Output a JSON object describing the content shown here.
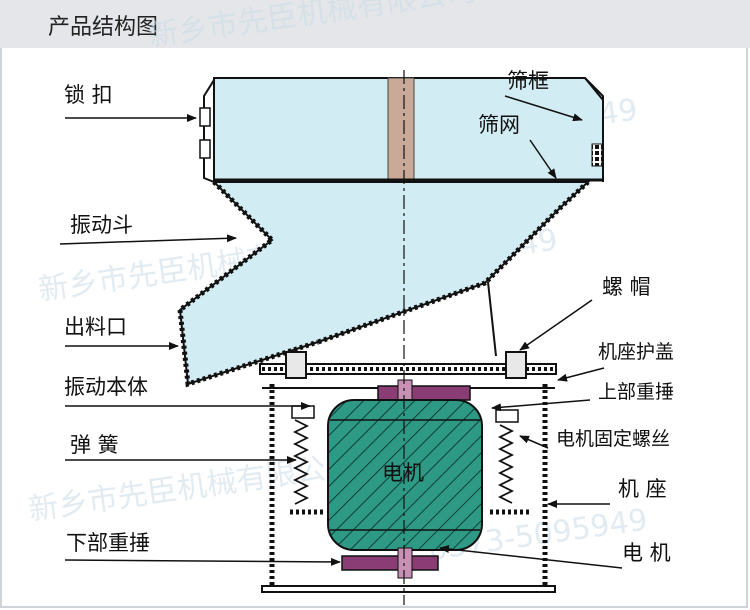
{
  "header": {
    "title": "产品结构图"
  },
  "diagram": {
    "labels": {
      "suokou": "锁 扣",
      "shaikuang": "筛框",
      "shaiwang": "筛网",
      "zhendongdou": "振动斗",
      "luomao": "螺 帽",
      "chuliaokou": "出料口",
      "jizuohugai": "机座护盖",
      "zhendongbenti": "振动本体",
      "shangbuzhongchui": "上部重捶",
      "tanhuang": "弹 簧",
      "dianjigudingluosi": "电机固定螺丝",
      "jizuo": "机 座",
      "xiabuzhongchui": "下部重捶",
      "dianji": "电 机",
      "motor_body": "电机"
    },
    "watermark": {
      "company": "新乡市先臣机械有限公司",
      "phone": "0373-5095949"
    }
  },
  "colors": {
    "hopper_fill": "#d2ecf3",
    "motor_fill": "#2e9a86",
    "weight_fill": "#8a3d74",
    "header_bg": "#e4e6ea"
  }
}
